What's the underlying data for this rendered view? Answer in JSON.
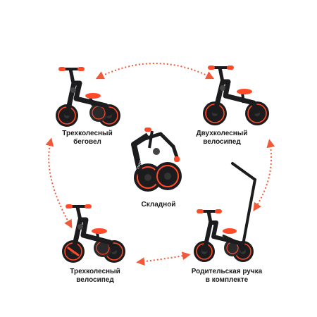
{
  "colors": {
    "accent": "#ff4a2a",
    "frame": "#1c1c1e",
    "background": "#ffffff",
    "arrow": "#f05a3a"
  },
  "brand_text": "Happy Baby",
  "modes": [
    {
      "icon": "balance-bike-three-wheel-icon",
      "line1": "Трехколесный",
      "line2": "беговел"
    },
    {
      "icon": "balance-bike-two-wheel-icon",
      "line1": "Двухколесный",
      "line2": "велосипед"
    },
    {
      "icon": "folded-bike-icon",
      "line1": "Складной",
      "line2": ""
    },
    {
      "icon": "tricycle-pedal-icon",
      "line1": "Трехколесный",
      "line2": "велосипед"
    },
    {
      "icon": "tricycle-parent-handle-icon",
      "line1": "Родительская ручка",
      "line2": "в комплекте"
    }
  ]
}
